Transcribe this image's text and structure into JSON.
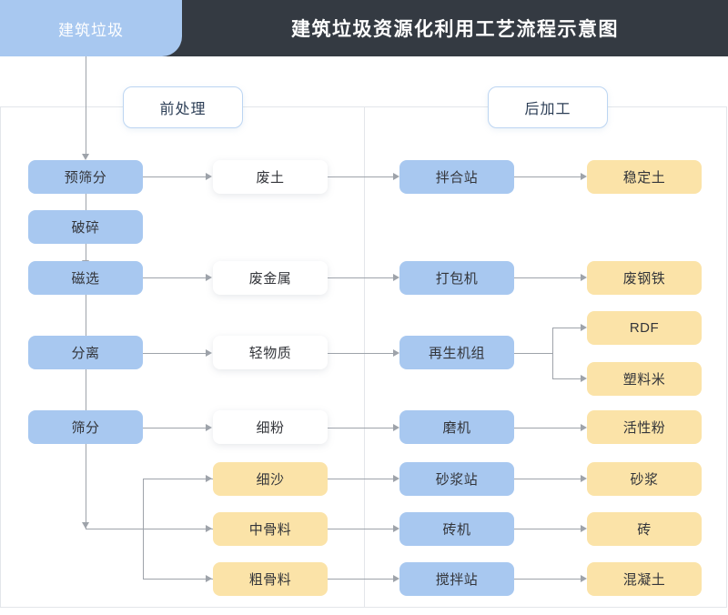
{
  "header": {
    "tab_label": "建筑垃圾",
    "title": "建筑垃圾资源化利用工艺流程示意图"
  },
  "stages": [
    {
      "id": "pre",
      "label": "前处理"
    },
    {
      "id": "post",
      "label": "后加工"
    }
  ],
  "colors": {
    "header_bg": "#343a42",
    "accent_blue": "#a8c8f0",
    "accent_yellow": "#fbe3a8",
    "node_white": "#ffffff",
    "line": "#9ea3aa",
    "border": "#e3e6ea",
    "pill_border": "#bcd5f2",
    "pill_text": "#2c3e56",
    "node_text": "#33353a"
  },
  "columns": {
    "process": {
      "title_ref": "pre"
    },
    "output": {
      "title_ref": "pre"
    },
    "machine": {
      "title_ref": "post"
    },
    "product": {
      "title_ref": "post"
    }
  },
  "nodes": {
    "process": [
      {
        "id": "p1",
        "label": "预筛分",
        "kind": "blue"
      },
      {
        "id": "p2",
        "label": "破碎",
        "kind": "blue"
      },
      {
        "id": "p3",
        "label": "磁选",
        "kind": "blue"
      },
      {
        "id": "p4",
        "label": "分离",
        "kind": "blue"
      },
      {
        "id": "p5",
        "label": "筛分",
        "kind": "blue"
      }
    ],
    "intermediate": [
      {
        "id": "i1",
        "label": "废土",
        "kind": "white"
      },
      {
        "id": "i2",
        "label": "废金属",
        "kind": "white"
      },
      {
        "id": "i3",
        "label": "轻物质",
        "kind": "white"
      },
      {
        "id": "i4",
        "label": "细粉",
        "kind": "white"
      },
      {
        "id": "i5",
        "label": "细沙",
        "kind": "yellow"
      },
      {
        "id": "i6",
        "label": "中骨料",
        "kind": "yellow"
      },
      {
        "id": "i7",
        "label": "粗骨料",
        "kind": "yellow"
      }
    ],
    "equipment": [
      {
        "id": "e1",
        "label": "拌合站",
        "kind": "blue"
      },
      {
        "id": "e2",
        "label": "打包机",
        "kind": "blue"
      },
      {
        "id": "e3",
        "label": "再生机组",
        "kind": "blue"
      },
      {
        "id": "e4",
        "label": "磨机",
        "kind": "blue"
      },
      {
        "id": "e5",
        "label": "砂浆站",
        "kind": "blue"
      },
      {
        "id": "e6",
        "label": "砖机",
        "kind": "blue"
      },
      {
        "id": "e7",
        "label": "搅拌站",
        "kind": "blue"
      }
    ],
    "product": [
      {
        "id": "r1",
        "label": "稳定土",
        "kind": "yellow"
      },
      {
        "id": "r2",
        "label": "废钢铁",
        "kind": "yellow"
      },
      {
        "id": "r3",
        "label": "RDF",
        "kind": "yellow"
      },
      {
        "id": "r4",
        "label": "塑料米",
        "kind": "yellow"
      },
      {
        "id": "r5",
        "label": "活性粉",
        "kind": "yellow"
      },
      {
        "id": "r6",
        "label": "砂浆",
        "kind": "yellow"
      },
      {
        "id": "r7",
        "label": "砖",
        "kind": "yellow"
      },
      {
        "id": "r8",
        "label": "混凝土",
        "kind": "yellow"
      }
    ]
  }
}
